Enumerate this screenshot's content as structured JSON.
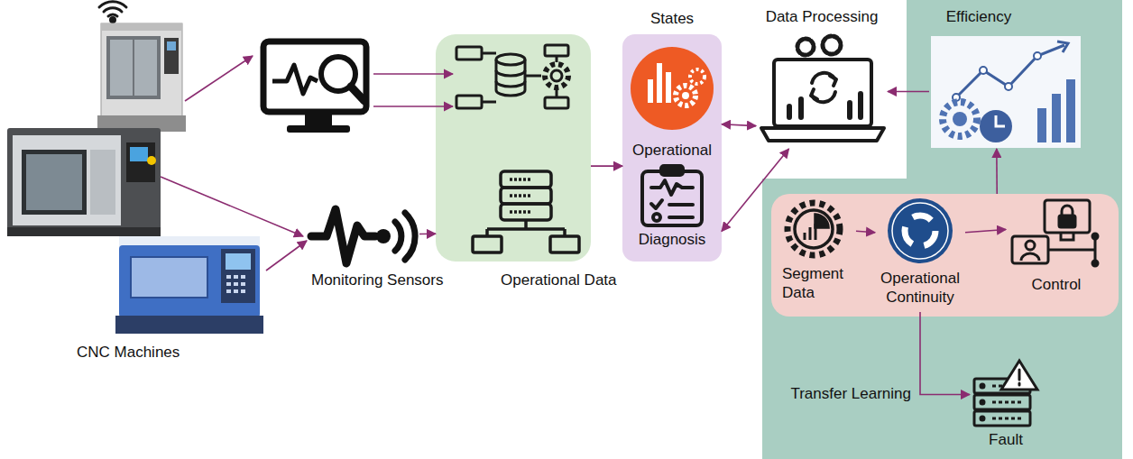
{
  "diagram": {
    "nodes": [
      {
        "text": [
          "CNC Machines"
        ]
      },
      {
        "text": [
          "Monitoring Sensors"
        ]
      },
      {
        "text": [
          "Operational Data"
        ]
      },
      {
        "text": [
          "States"
        ]
      },
      {
        "text": [
          "Operational"
        ],
        "in": 3
      },
      {
        "text": [
          "Diagnosis"
        ],
        "in": 3
      },
      {
        "text": [
          "Data Processing"
        ]
      },
      {
        "text": [
          "Efficiency"
        ]
      },
      {
        "text": []
      },
      {
        "text": [
          "Segment Data"
        ],
        "in": 8
      },
      {
        "text": [
          "Operational Continuity"
        ],
        "in": 8
      },
      {
        "text": [
          "Control"
        ],
        "in": 8
      },
      {
        "text": [
          "Fault"
        ]
      }
    ],
    "edges": [
      {
        "from": 0,
        "to": 1,
        "arrow": "to"
      },
      {
        "from": 1,
        "to": 2,
        "arrow": "to"
      },
      {
        "from": 2,
        "to": 3,
        "arrow": "to"
      },
      {
        "from": 4,
        "to": 6,
        "arrow": "both"
      },
      {
        "from": 5,
        "to": 6,
        "arrow": "both"
      },
      {
        "from": 7,
        "to": 6,
        "arrow": "to"
      },
      {
        "from": 8,
        "to": 7,
        "arrow": "to"
      },
      {
        "from": 9,
        "to": 10,
        "arrow": "to"
      },
      {
        "from": 10,
        "to": 11,
        "arrow": "to"
      },
      {
        "from": 10,
        "to": 12,
        "arrow": "to",
        "label": "Transfer Learning"
      }
    ]
  }
}
